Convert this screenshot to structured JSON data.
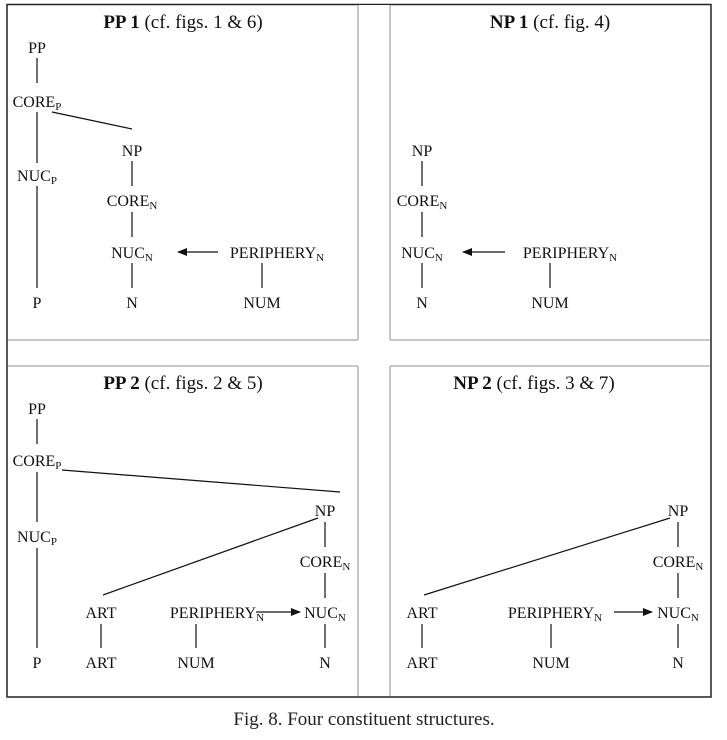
{
  "figure": {
    "caption": "Fig. 8. Four constituent structures.",
    "panels": [
      {
        "title_bold": "PP 1",
        "title_rest": " (cf. figs. 1 & 6)"
      },
      {
        "title_bold": "NP 1",
        "title_rest": " (cf. fig. 4)"
      },
      {
        "title_bold": "PP 2",
        "title_rest": " (cf. figs. 2 & 5)"
      },
      {
        "title_bold": "NP 2",
        "title_rest": " (cf. figs. 3 & 7)"
      }
    ]
  },
  "labels": {
    "PP": "PP",
    "NP": "NP",
    "CORE": "CORE",
    "NUC": "NUC",
    "PERIPHERY": "PERIPHERY",
    "sub_P": "P",
    "sub_N": "N",
    "P": "P",
    "N": "N",
    "NUM": "NUM",
    "ART": "ART"
  }
}
